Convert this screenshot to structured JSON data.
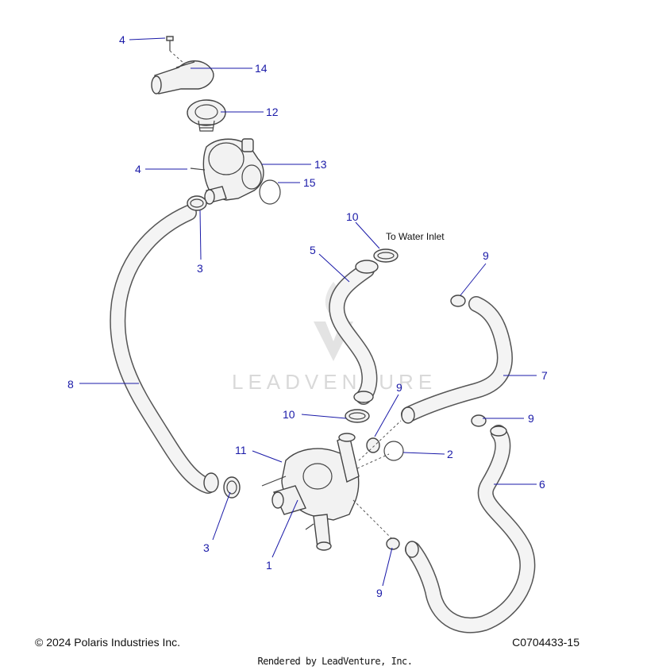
{
  "callouts": [
    {
      "id": "c1",
      "text": "1"
    },
    {
      "id": "c2",
      "text": "2"
    },
    {
      "id": "c3a",
      "text": "3"
    },
    {
      "id": "c3b",
      "text": "3"
    },
    {
      "id": "c4a",
      "text": "4"
    },
    {
      "id": "c4b",
      "text": "4"
    },
    {
      "id": "c5",
      "text": "5"
    },
    {
      "id": "c6",
      "text": "6"
    },
    {
      "id": "c7",
      "text": "7"
    },
    {
      "id": "c8",
      "text": "8"
    },
    {
      "id": "c9a",
      "text": "9"
    },
    {
      "id": "c9b",
      "text": "9"
    },
    {
      "id": "c9c",
      "text": "9"
    },
    {
      "id": "c9d",
      "text": "9"
    },
    {
      "id": "c10a",
      "text": "10"
    },
    {
      "id": "c10b",
      "text": "10"
    },
    {
      "id": "c11",
      "text": "11"
    },
    {
      "id": "c12",
      "text": "12"
    },
    {
      "id": "c13",
      "text": "13"
    },
    {
      "id": "c14",
      "text": "14"
    },
    {
      "id": "c15",
      "text": "15"
    }
  ],
  "annotation": "To Water Inlet",
  "watermark": "LEADVENTURE",
  "footer": {
    "copyright": "© 2024 Polaris Industries Inc.",
    "diagram_code": "C0704433-15",
    "rendered_by": "Rendered by LeadVenture, Inc."
  },
  "colors": {
    "callout": "#1a1aa8",
    "line_art": "#444444",
    "watermark": "#d9d9d9"
  }
}
